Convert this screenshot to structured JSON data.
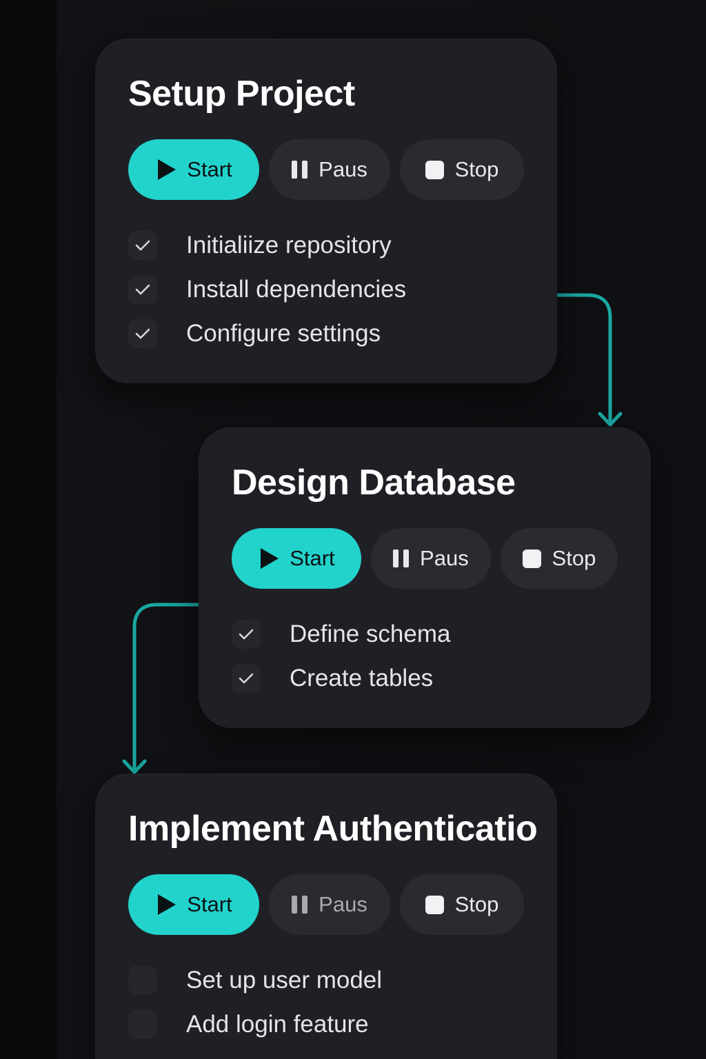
{
  "colors": {
    "accent": "#22d3cc",
    "connector": "#1aa8a3",
    "card_bg": "#1f2025",
    "button_bg": "#2a2b31",
    "page_bg": "#0f1013"
  },
  "icons": {
    "start": "play-icon",
    "pause": "pause-icon",
    "stop": "stop-icon",
    "done": "check-icon"
  },
  "cards": [
    {
      "title": "Setup Project",
      "buttons": {
        "start": "Start",
        "pause": "Paus",
        "stop": "Stop"
      },
      "tasks": [
        {
          "label": "Initialiize repository",
          "done": true
        },
        {
          "label": "Install dependencies",
          "done": true
        },
        {
          "label": "Configure settings",
          "done": true
        }
      ]
    },
    {
      "title": "Design Database",
      "buttons": {
        "start": "Start",
        "pause": "Paus",
        "stop": "Stop"
      },
      "tasks": [
        {
          "label": "Define schema",
          "done": true
        },
        {
          "label": "Create tables",
          "done": true
        }
      ]
    },
    {
      "title": "Implement Authenticatio",
      "buttons": {
        "start": "Start",
        "pause": "Paus",
        "stop": "Stop"
      },
      "tasks": [
        {
          "label": "Set up user model",
          "done": false
        },
        {
          "label": "Add login feature",
          "done": false
        }
      ]
    }
  ]
}
